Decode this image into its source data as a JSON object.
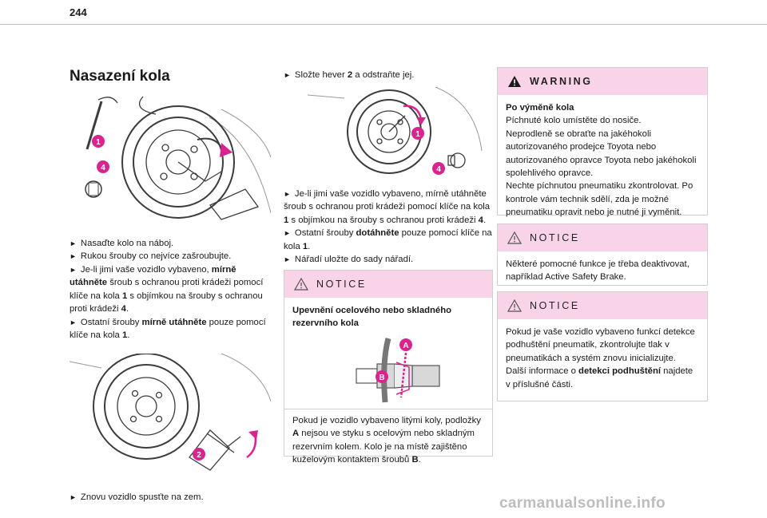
{
  "page_number": "244",
  "col1": {
    "title": "Nasazení kola",
    "callouts1": [
      "1",
      "4"
    ],
    "bullets1": [
      {
        "parts": [
          "Nasaďte kolo na náboj."
        ]
      },
      {
        "parts": [
          "Rukou šrouby co nejvíce zašroubujte."
        ]
      },
      {
        "parts": [
          "Je-li jimi vaše vozidlo vybaveno, ",
          "mírně utáhněte",
          " šroub s ochranou proti krádeži pomocí klíče na kola ",
          "1",
          " s objímkou na šrouby s ochranou proti krádeži ",
          "4",
          "."
        ]
      },
      {
        "parts": [
          "Ostatní šrouby ",
          "mírně utáhněte",
          " pouze pomocí klíče na kola ",
          "1",
          "."
        ]
      }
    ],
    "callout2": "2",
    "bullets2": [
      {
        "parts": [
          "Znovu vozidlo spusťte na zem."
        ]
      }
    ]
  },
  "col2": {
    "bullets_top": [
      {
        "parts": [
          "Složte hever ",
          "2",
          " a odstraňte jej."
        ]
      }
    ],
    "callouts": [
      "1",
      "4"
    ],
    "bullets_mid": [
      {
        "parts": [
          "Je-li jimi vaše vozidlo vybaveno, mírně utáhněte šroub s ochranou proti krádeži pomocí klíče na kola ",
          "1",
          " s objímkou na šrouby s ochranou proti krádeži ",
          "4",
          "."
        ]
      },
      {
        "parts": [
          "Ostatní šrouby ",
          "dotáhněte",
          " pouze pomocí klíče na kola ",
          "1",
          "."
        ]
      },
      {
        "parts": [
          "Nářadí uložte do sady nářadí."
        ]
      }
    ],
    "notice": {
      "label": "NOTICE",
      "heading": "Upevnění ocelového nebo skladného rezervního kola",
      "callouts": [
        "A",
        "B"
      ],
      "text_parts": [
        "Pokud je vozidlo vybaveno litými koly, podložky ",
        "A",
        " nejsou ve styku s ocelovým nebo skladným rezervním kolem. Kolo je na místě zajištěno kuželovým kontaktem šroubů ",
        "B",
        "."
      ]
    }
  },
  "col3": {
    "warning": {
      "label": "WARNING",
      "heading": "Po výměně kola",
      "text": "Píchnuté kolo umístěte do nosiče.\nNeprodleně se obraťte na jakéhokoli autorizovaného prodejce Toyota nebo autorizovaného opravce Toyota nebo jakéhokoli spolehlivého opravce.\nNechte píchnutou pneumatiku zkontrolovat. Po kontrole vám technik sdělí, zda je možné pneumatiku opravit nebo je nutné ji vyměnit."
    },
    "notice1": {
      "label": "NOTICE",
      "text": "Některé pomocné funkce je třeba deaktivovat, například Active Safety Brake."
    },
    "notice2": {
      "label": "NOTICE",
      "text_parts": [
        "Pokud je vaše vozidlo vybaveno funkcí detekce podhuštění pneumatik, zkontrolujte tlak v pneumatikách a systém znovu inicializujte.\nDalší informace o ",
        "detekci podhuštění",
        " najdete v příslušné části."
      ]
    }
  },
  "watermark": "carmanualsonline.info",
  "colors": {
    "box_header": "#f9d4e8",
    "callout": "#d9248f",
    "border": "#d0d0d0"
  }
}
